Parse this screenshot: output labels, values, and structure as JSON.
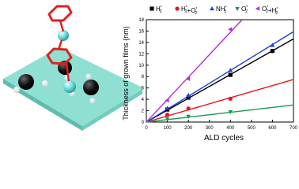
{
  "chart_data": {
    "type": "scatter",
    "xlabel": "ALD cycles",
    "ylabel": "Thickness of grown films (nm)",
    "xlim": [
      0,
      700
    ],
    "ylim": [
      0,
      18
    ],
    "xticks": [
      0,
      100,
      200,
      300,
      400,
      500,
      600,
      700
    ],
    "yticks": [
      0,
      2,
      4,
      6,
      8,
      10,
      12,
      14,
      16,
      18
    ],
    "legend_placement": "top",
    "series": [
      {
        "name": "H2*",
        "label_base": "H",
        "label_sub": "2",
        "label_sup": "*",
        "color": "#000000",
        "marker": "square",
        "x": [
          100,
          200,
          400,
          600
        ],
        "y": [
          2.2,
          4.3,
          8.3,
          12.5
        ],
        "fit_slope": 0.0209
      },
      {
        "name": "H2*+O2*",
        "label_parts": [
          [
            "H",
            "2",
            "*"
          ],
          [
            "+",
            null,
            null
          ],
          [
            "O",
            "2",
            "*"
          ]
        ],
        "color": "#e8141c",
        "marker": "circle",
        "x": [
          100,
          200,
          400
        ],
        "y": [
          1.3,
          2.4,
          4.1
        ],
        "fit_slope": 0.0107
      },
      {
        "name": "NH3*",
        "label_base": "NH",
        "label_sub": "3",
        "label_sup": "*",
        "color": "#1f3fd6",
        "marker": "triangle-up",
        "x": [
          100,
          200,
          400,
          600
        ],
        "y": [
          2.4,
          4.7,
          9.1,
          13.5
        ],
        "fit_slope": 0.0227
      },
      {
        "name": "O2*",
        "label_base": "O",
        "label_sub": "2",
        "label_sup": "*",
        "color": "#159a55",
        "marker": "triangle-down",
        "x": [
          100,
          200,
          400
        ],
        "y": [
          0.6,
          1.0,
          1.8
        ],
        "fit_slope": 0.0043
      },
      {
        "name": "O2*+H2*",
        "label_parts": [
          [
            "O",
            "2",
            "*"
          ],
          [
            "+",
            null,
            null
          ],
          [
            "H",
            "2",
            "*"
          ]
        ],
        "color": "#b02ee0",
        "marker": "triangle-left",
        "x": [
          100,
          200,
          400
        ],
        "y": [
          3.8,
          7.6,
          16.3
        ],
        "fit_slope": 0.0395
      }
    ]
  },
  "scene": {
    "slab_color": "#8fe0d2",
    "ring_color": "#e02020",
    "atom_dark": "#0a0a0a",
    "atom_teal": "#5fd8d6",
    "atom_white": "#ffffff"
  }
}
